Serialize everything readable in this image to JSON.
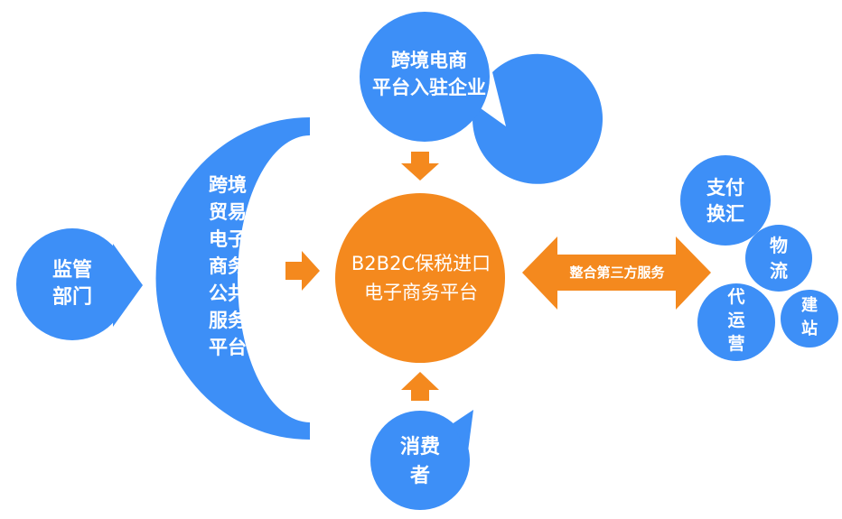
{
  "colors": {
    "blue": "#3d8ff7",
    "orange": "#f4891e",
    "white": "#ffffff"
  },
  "nodes": {
    "top": {
      "label": "跨境电商\n平台入驻企业"
    },
    "left": {
      "label": "监管\n部门"
    },
    "public_platform": {
      "label": "跨境\n贸易\n电子\n商务\n公共\n服务\n平台"
    },
    "center": {
      "label": "B2B2C保税进口\n电子商务平台"
    },
    "bottom": {
      "label": "消费\n者"
    },
    "integration": {
      "label": "整合第三方服务"
    },
    "payment": {
      "label": "支付\n换汇"
    },
    "logistics": {
      "label": "物\n流"
    },
    "agency": {
      "label": "代\n运\n营"
    },
    "site": {
      "label": "建\n站"
    }
  }
}
